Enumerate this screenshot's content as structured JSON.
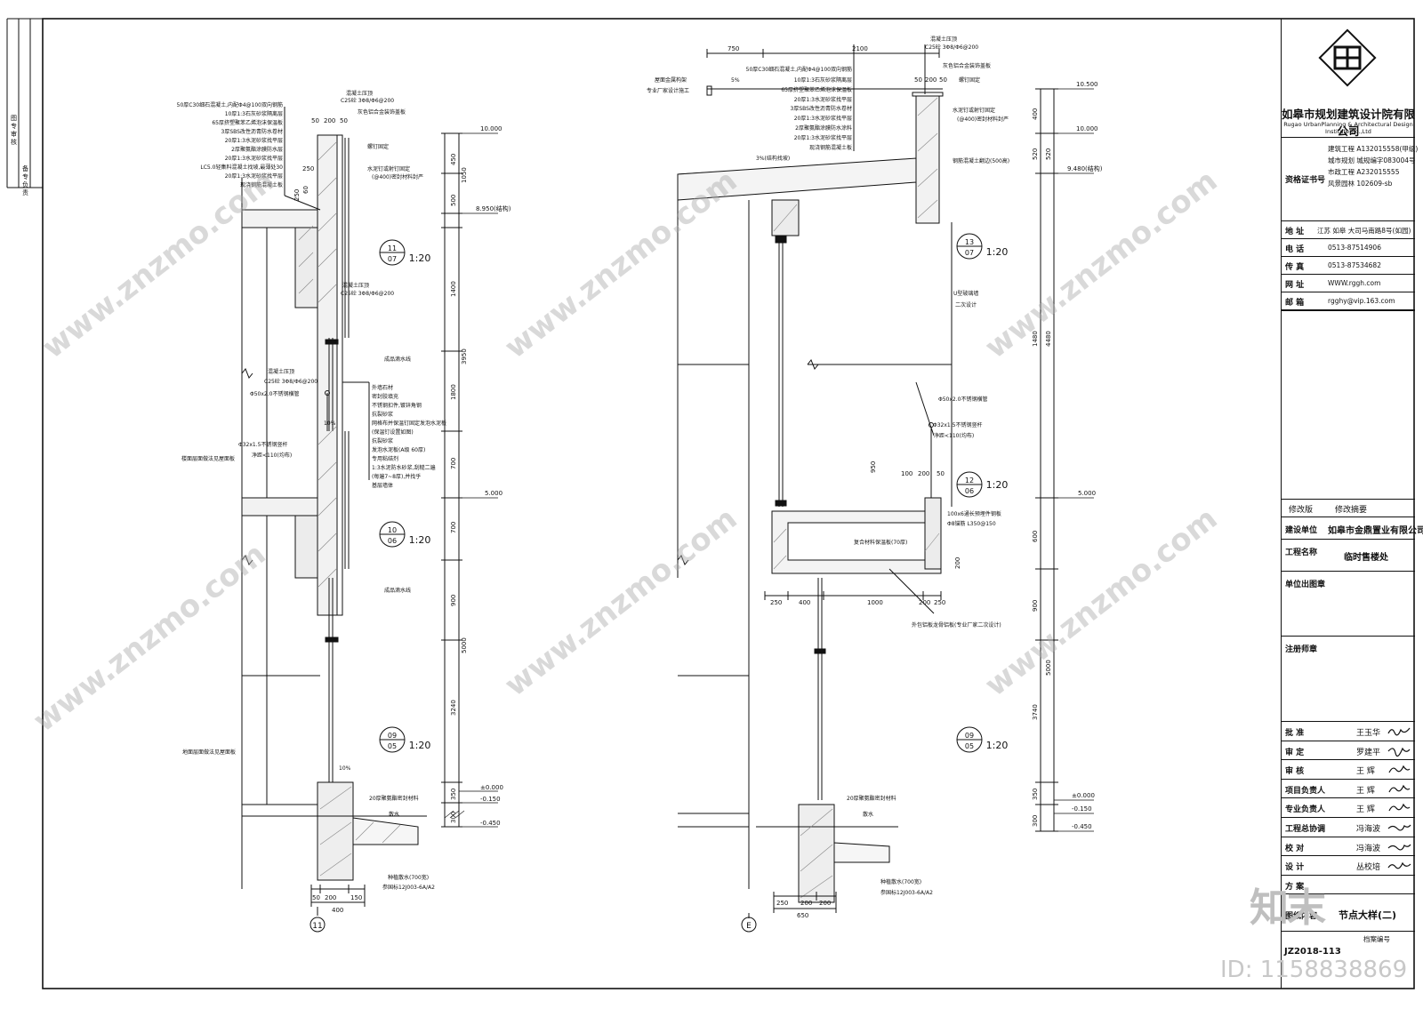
{
  "watermark": {
    "brand": "知末",
    "id": "ID: 1158838869",
    "site": "www.znzmo.com"
  },
  "left_strip": {
    "row1": [
      "图",
      "专",
      "审",
      "核"
    ],
    "row2": [
      "备",
      "专",
      "负",
      "责"
    ]
  },
  "left_detail": {
    "top_labels": {
      "concrete_beam": "混凝土压顶",
      "rebar": "C25砼 3Φ8/Φ6@200",
      "gray_cover": "灰色铝合金装饰盖板",
      "bolt": "螺钉固定",
      "anchor": "水泥钉或射钉固定",
      "spacing": "(@400)密封材料封严"
    },
    "roof_layers": [
      "50厚C30细石混凝土,内配Φ4@100双向钢筋",
      "10厚1:3石灰砂浆隔离层",
      "65厚挤塑聚苯乙烯泡沫保温板",
      "3厚SBS改性沥青防水卷材",
      "20厚1:3水泥砂浆找平层",
      "2厚聚氨酯涂膜防水层",
      "20厚1:3水泥砂浆找平层",
      "LC5.0轻集料混凝土找坡,最薄处30",
      "20厚1:3水泥砂浆找平层",
      "现浇钢筋混凝土板"
    ],
    "dims_top": [
      "50",
      "200",
      "50",
      "250",
      "250",
      "60"
    ],
    "detail_refs": [
      {
        "num": "11",
        "sheet": "07",
        "scale": "1:20"
      },
      {
        "num": "10",
        "sheet": "06",
        "scale": "1:20"
      },
      {
        "num": "09",
        "sheet": "05",
        "scale": "1:20"
      }
    ],
    "mid_labels": {
      "concrete_beam": "混凝土压顶",
      "rebar": "C25砼 3Φ8/Φ6@200",
      "drip": "成品滴水线",
      "drip2": "成品滴水线",
      "tube1": "Φ50x2.0不锈钢横管",
      "tube2": "Φ32x1.5不锈钢竖杆",
      "net": "净距<110(均布)",
      "pct1": "10%",
      "pct2": "10%",
      "facade1": "楼面层面做法见屋面板",
      "facade2": "地面层面做法见屋面板"
    },
    "wall_layers": [
      "外墙石材",
      "密封胶填充",
      "不锈钢扣件,镀锌角钢",
      "抗裂砂浆",
      "网格布并保温钉固定发泡水泥板",
      "(保温钉设置如图)",
      "抗裂砂浆",
      "发泡水泥板(A级 60厚)",
      "专用粘结剂",
      "1:3水泥防水砂浆,刮糙二遍",
      "(每遍7~8厚),并找乎",
      "基层墙体"
    ],
    "bottom_labels": {
      "seal": "20厚聚氨酯密封材料",
      "slope": "散水",
      "plinth": "种植散水(700宽)",
      "ref": "参国标12J003-6A/A2"
    },
    "dims_bottom": [
      "50",
      "200",
      "150",
      "400"
    ],
    "axis": "11",
    "elevations": [
      "10.000",
      "8.950(结构)",
      "5.000",
      "±0.000",
      "-0.150",
      "-0.450"
    ],
    "vertical_dims": [
      "450",
      "500",
      "1050",
      "1400",
      "3950",
      "1800",
      "700",
      "700",
      "900",
      "5000",
      "3240",
      "350",
      "300"
    ]
  },
  "right_detail": {
    "top_dims": [
      "750",
      "2100"
    ],
    "top_labels": {
      "concrete_beam": "混凝土压顶",
      "rebar": "C25砼 3Φ8/Φ6@200",
      "roof_metal": "屋面金属构架",
      "vendor": "专业厂家设计施工",
      "pct": "5%",
      "dims": [
        "50",
        "200",
        "50"
      ],
      "gray_cover": "灰色铝合金装饰盖板",
      "bolt": "螺钉固定",
      "anchor": "水泥钉或射钉固定",
      "spacing": "(@400)密封材料封严",
      "coping": "钢筋混凝土翻边(500高)",
      "slope": "3%(结构找坡)"
    },
    "roof_layers": [
      "50厚C30细石混凝土,内配Φ4@100双向钢筋",
      "10厚1:3石灰砂浆隔离层",
      "65厚挤塑聚苯乙烯泡沫保温板",
      "20厚1:3水泥砂浆找平层",
      "3厚SBS改性沥青防水卷材",
      "20厚1:3水泥砂浆找平层",
      "2厚聚氨酯涂膜防水涂料",
      "20厚1:3水泥砂浆找平层",
      "现浇钢筋混凝土板"
    ],
    "detail_refs": [
      {
        "num": "13",
        "sheet": "07",
        "scale": "1:20"
      },
      {
        "num": "12",
        "sheet": "06",
        "scale": "1:20"
      },
      {
        "num": "09",
        "sheet": "05",
        "scale": "1:20"
      }
    ],
    "mid_labels": {
      "u_glass": "U型玻璃墙",
      "u_glass2": "二次设计",
      "tube1": "Φ50x2.0不锈钢横管",
      "tube2": "Φ32x1.5不锈钢竖杆",
      "net": "净距<110(均布)",
      "dim950": "950",
      "dims": [
        "100",
        "200",
        "50"
      ],
      "plate": "100x6通长预埋件钢板",
      "anchor": "Φ8锚筋 L350@150",
      "insul": "复合材料保温板(70厚)",
      "dim200": "200",
      "ceiling": "外包铝板龙骨铝板(专业厂家二次设计)"
    },
    "lower_dims": [
      "250",
      "400",
      "1000",
      "200",
      "250"
    ],
    "bottom_labels": {
      "seal": "20厚聚氨酯密封材料",
      "slope": "散水",
      "plinth": "种植散水(700宽)",
      "ref": "参国标12J003-6A/A2"
    },
    "dims_bottom": [
      "250",
      "200",
      "200",
      "650"
    ],
    "axis": "E",
    "elevations": [
      "10.500",
      "10.000",
      "9.480(结构)",
      "5.000",
      "±0.000",
      "-0.150",
      "-0.450"
    ],
    "vertical_dims": [
      "400",
      "520",
      "520",
      "1480",
      "4480",
      "600",
      "900",
      "5000",
      "3740",
      "350",
      "300"
    ]
  },
  "title_block": {
    "company": "如皋市规划建筑设计院有限公司",
    "company_en": "Rugao UrbanPlanning & Architectural Design Institute Co.,Ltd",
    "cert_label": "资格证书号",
    "certs": [
      "建筑工程 A132015558(甲级)",
      "城市规划 城规编字083004号",
      "市政工程 A232015555",
      "风景园林 102609-sb"
    ],
    "address_label": "地 址",
    "address": "江苏 如皋 大司马南路8号(如园)",
    "tel_label": "电 话",
    "tel": "0513-87514906",
    "fax_label": "传 真",
    "fax": "0513-87534682",
    "web_label": "网 址",
    "web": "WWW.rggh.com",
    "mail_label": "邮 箱",
    "mail": "rgghy@vip.163.com",
    "revision_label": "修改版",
    "revision_summary": "修改摘要",
    "client_label": "建设单位",
    "client": "如皋市金鼎置业有限公司",
    "project_label": "工程名称",
    "project": "临时售楼处",
    "unit_label": "单位出图章",
    "stamp_label": "注册师章",
    "signers": [
      {
        "role": "批 准",
        "name": "王玉华"
      },
      {
        "role": "审 定",
        "name": "罗建平"
      },
      {
        "role": "审 核",
        "name": "王 辉"
      },
      {
        "role": "项目负责人",
        "name": "王 辉"
      },
      {
        "role": "专业负责人",
        "name": "王 辉"
      },
      {
        "role": "工程总协调",
        "name": "冯海波"
      },
      {
        "role": "校 对",
        "name": "冯海波"
      },
      {
        "role": "设 计",
        "name": "丛校培"
      },
      {
        "role": "方 案",
        "name": ""
      }
    ],
    "sheet_content_label": "图纸内容",
    "sheet_content": "节点大样(二)",
    "drawing_no_label": "档案编号",
    "project_no": "JZ2018-113"
  }
}
